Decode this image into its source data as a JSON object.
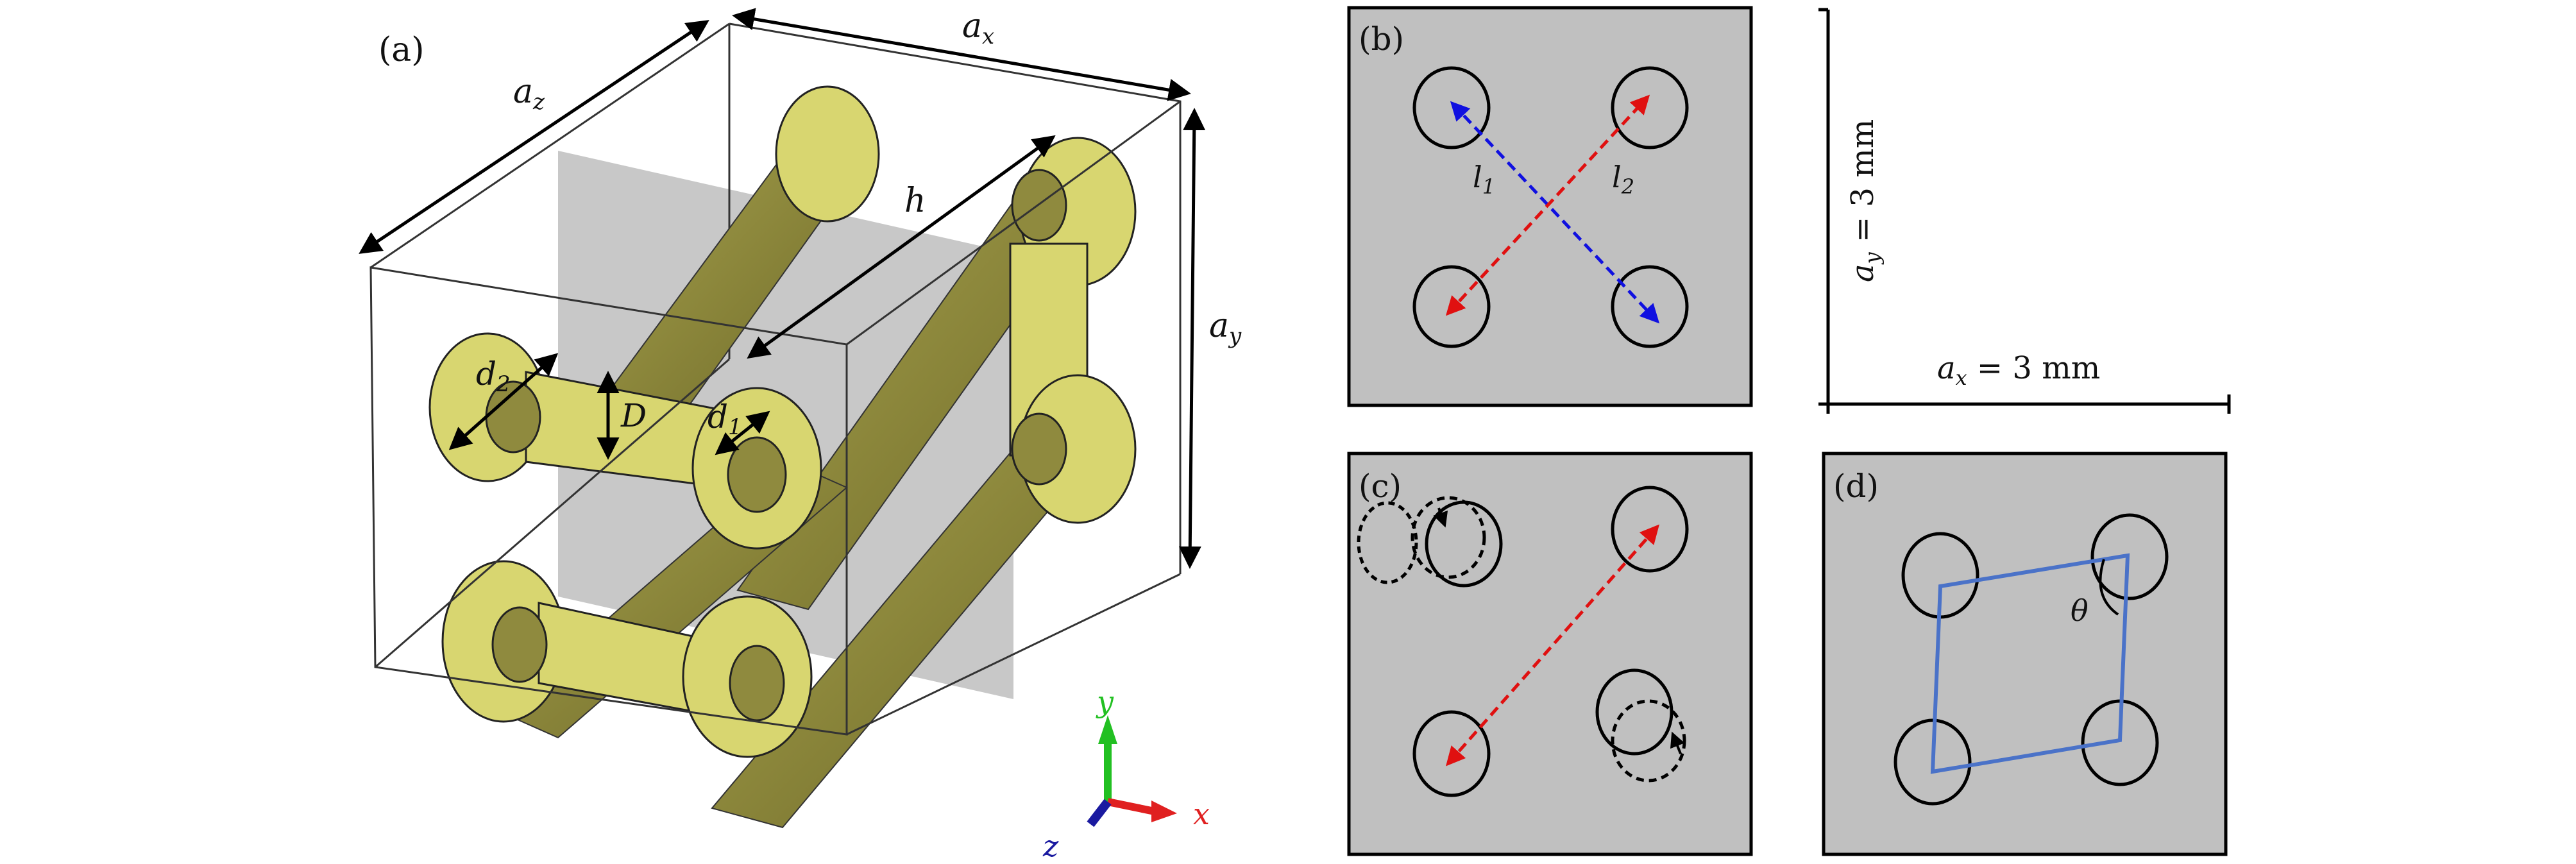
{
  "panel_a": {
    "label": "(a)",
    "dims": {
      "az": "a",
      "az_sub": "z",
      "ax": "a",
      "ax_sub": "x",
      "ay": "a",
      "ay_sub": "y",
      "h": "h",
      "d1": "d",
      "d1_sub": "1",
      "d2": "d",
      "d2_sub": "2",
      "D": "D"
    },
    "axes": {
      "x": "x",
      "y": "y",
      "z": "z"
    },
    "colors": {
      "gold_face": "#d8d670",
      "rod": "#8f8a3e",
      "plane": "#c8c8c8",
      "x_axis": "#e02020",
      "y_axis": "#22c022",
      "z_axis": "#1a1aa0"
    }
  },
  "panel_b": {
    "label": "(b)",
    "l1": "l",
    "l1_sub": "1",
    "l2": "l",
    "l2_sub": "2",
    "colors": {
      "bg": "#c0c0c0",
      "l1_arrow": "#1010e0",
      "l2_arrow": "#e01010"
    }
  },
  "scale": {
    "ay_label": "a",
    "ay_sub": "y",
    "ay_value": " = 3 mm",
    "ax_label": "a",
    "ax_sub": "x",
    "ax_value": " = 3 mm"
  },
  "panel_c": {
    "label": "(c)",
    "colors": {
      "arrow": "#e01010"
    }
  },
  "panel_d": {
    "label": "(d)",
    "theta": "θ",
    "colors": {
      "lattice": "#4a72c8"
    }
  }
}
